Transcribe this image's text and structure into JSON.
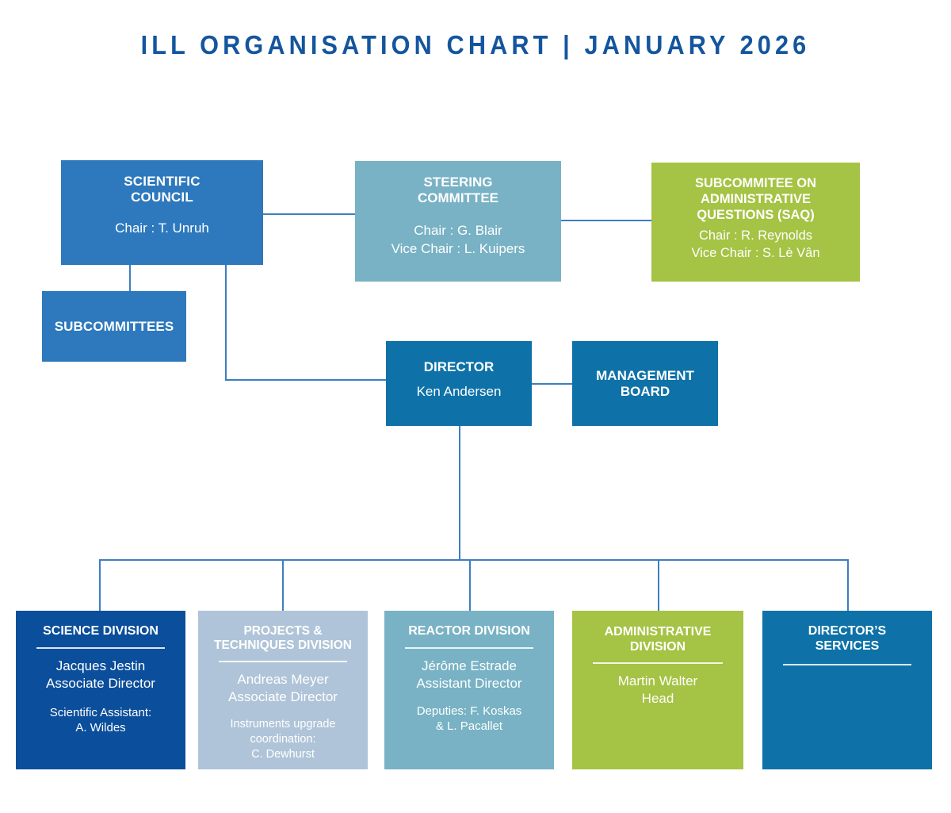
{
  "page": {
    "title": "ILL ORGANISATION CHART | JANUARY 2026",
    "background": "#FFFFFF"
  },
  "colors": {
    "title_blue": "#14559E",
    "connector_blue": "#3D7EC0",
    "medium_blue": "#2E79BD",
    "teal_blue": "#78B2C4",
    "olive_green": "#A5C344",
    "cyan_blue": "#0E72A8",
    "navy_blue": "#0B4E9B",
    "light_steel_blue": "#AFC4D8"
  },
  "governance": {
    "scientific_council": {
      "title": "SCIENTIFIC\nCOUNCIL",
      "sub": "Chair : T. Unruh",
      "color": "#2E79BD"
    },
    "subcommittees": {
      "title": "SUBCOMMITTEES",
      "color": "#2E79BD"
    },
    "steering_committee": {
      "title": "STEERING\nCOMMITTEE",
      "sub": "Chair : G. Blair\nVice Chair : L. Kuipers",
      "color": "#78B2C4"
    },
    "saq": {
      "title": "SUBCOMMITEE ON\nADMINISTRATIVE\nQUESTIONS (SAQ)",
      "sub": "Chair : R. Reynolds\nVice Chair : S. Lè Vân",
      "color": "#A5C344"
    }
  },
  "leadership": {
    "director": {
      "title": "DIRECTOR",
      "sub": "Ken Andersen",
      "color": "#0E72A8"
    },
    "management_board": {
      "title": "MANAGEMENT\nBOARD",
      "color": "#0E72A8"
    }
  },
  "divisions": [
    {
      "title": "SCIENCE DIVISION",
      "sub": "Jacques Jestin\nAssociate Director",
      "sub2": "Scientific Assistant:\nA. Wildes",
      "color": "#0B4E9B"
    },
    {
      "title": "PROJECTS &\nTECHNIQUES DIVISION",
      "sub": "Andreas Meyer\nAssociate Director",
      "sub2": "Instruments upgrade\ncoordination:\nC. Dewhurst",
      "color": "#AFC4D8"
    },
    {
      "title": "REACTOR  DIVISION",
      "sub": "Jérôme Estrade\nAssistant Director",
      "sub2": "Deputies: F. Koskas\n& L. Pacallet",
      "color": "#78B2C4"
    },
    {
      "title": "ADMINISTRATIVE\nDIVISION",
      "sub": "Martin Walter\nHead",
      "sub2": "",
      "color": "#A5C344"
    },
    {
      "title": "DIRECTOR’S\nSERVICES",
      "sub": "",
      "sub2": "",
      "color": "#0E72A8"
    }
  ]
}
